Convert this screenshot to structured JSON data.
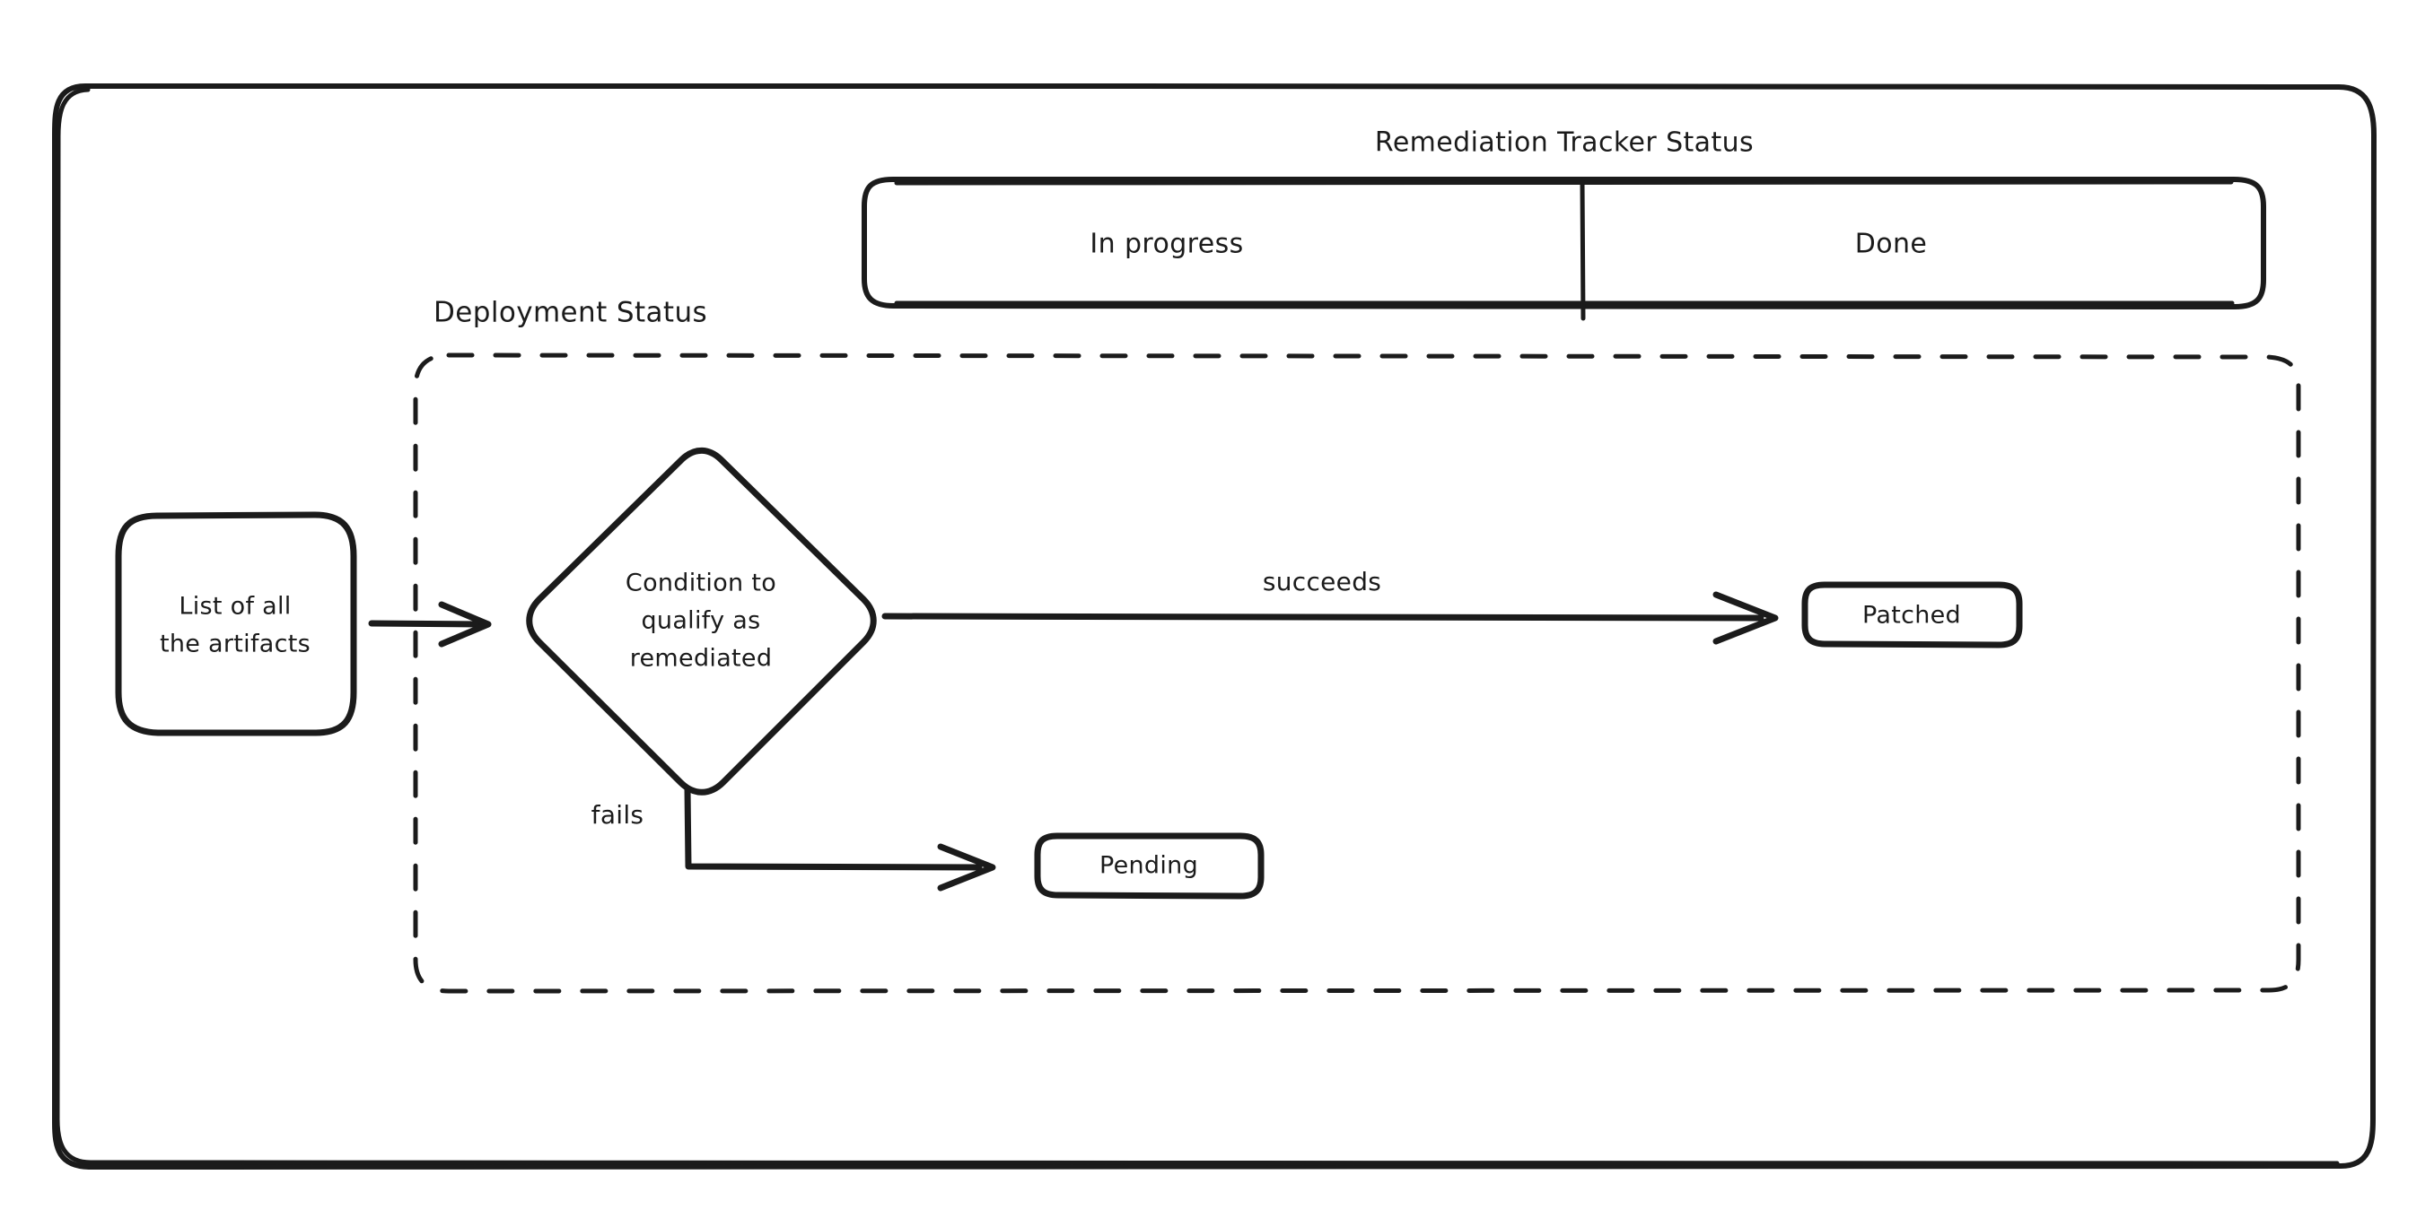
{
  "diagram": {
    "title": "Remediation Tracker Status",
    "swimlanes": [
      {
        "label": "In progress"
      },
      {
        "label": "Done"
      }
    ],
    "groups": [
      {
        "label": "Deployment Status",
        "style": "dashed"
      }
    ],
    "nodes": [
      {
        "id": "artifacts",
        "label_line1": "List of all",
        "label_line2": "the artifacts",
        "shape": "rounded-rect"
      },
      {
        "id": "condition",
        "label_line1": "Condition to",
        "label_line2": "qualify as",
        "label_line3": "remediated",
        "shape": "diamond"
      },
      {
        "id": "patched",
        "label": "Patched",
        "shape": "rounded-rect"
      },
      {
        "id": "pending",
        "label": "Pending",
        "shape": "rounded-rect"
      }
    ],
    "edges": [
      {
        "from": "artifacts",
        "to": "condition",
        "label": ""
      },
      {
        "from": "condition",
        "to": "patched",
        "label": "succeeds"
      },
      {
        "from": "condition",
        "to": "pending",
        "label": "fails"
      }
    ],
    "colors": {
      "stroke": "#1b1b1b",
      "background": "#ffffff"
    }
  }
}
